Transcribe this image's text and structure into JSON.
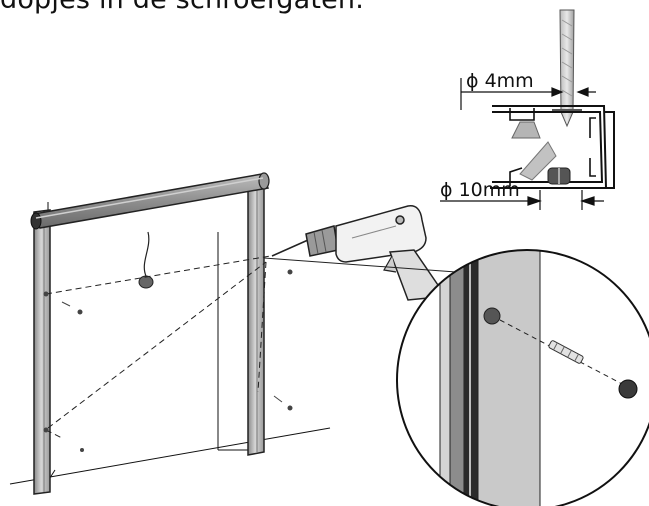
{
  "instruction": {
    "text": "dopjes in de schroefgaten."
  },
  "detail_labels": {
    "screw_hole": "ϕ 4mm",
    "cap_hole": "ϕ 10mm"
  },
  "colors": {
    "ink": "#111111",
    "metal_light": "#d9d9d9",
    "metal_mid": "#a8a8a8",
    "metal_dark": "#6e6e6e",
    "cap": "#555555"
  },
  "icons": {
    "screw": "screw-icon",
    "drill": "power-drill-icon",
    "cap": "cap-icon",
    "plug": "wall-plug-icon"
  }
}
